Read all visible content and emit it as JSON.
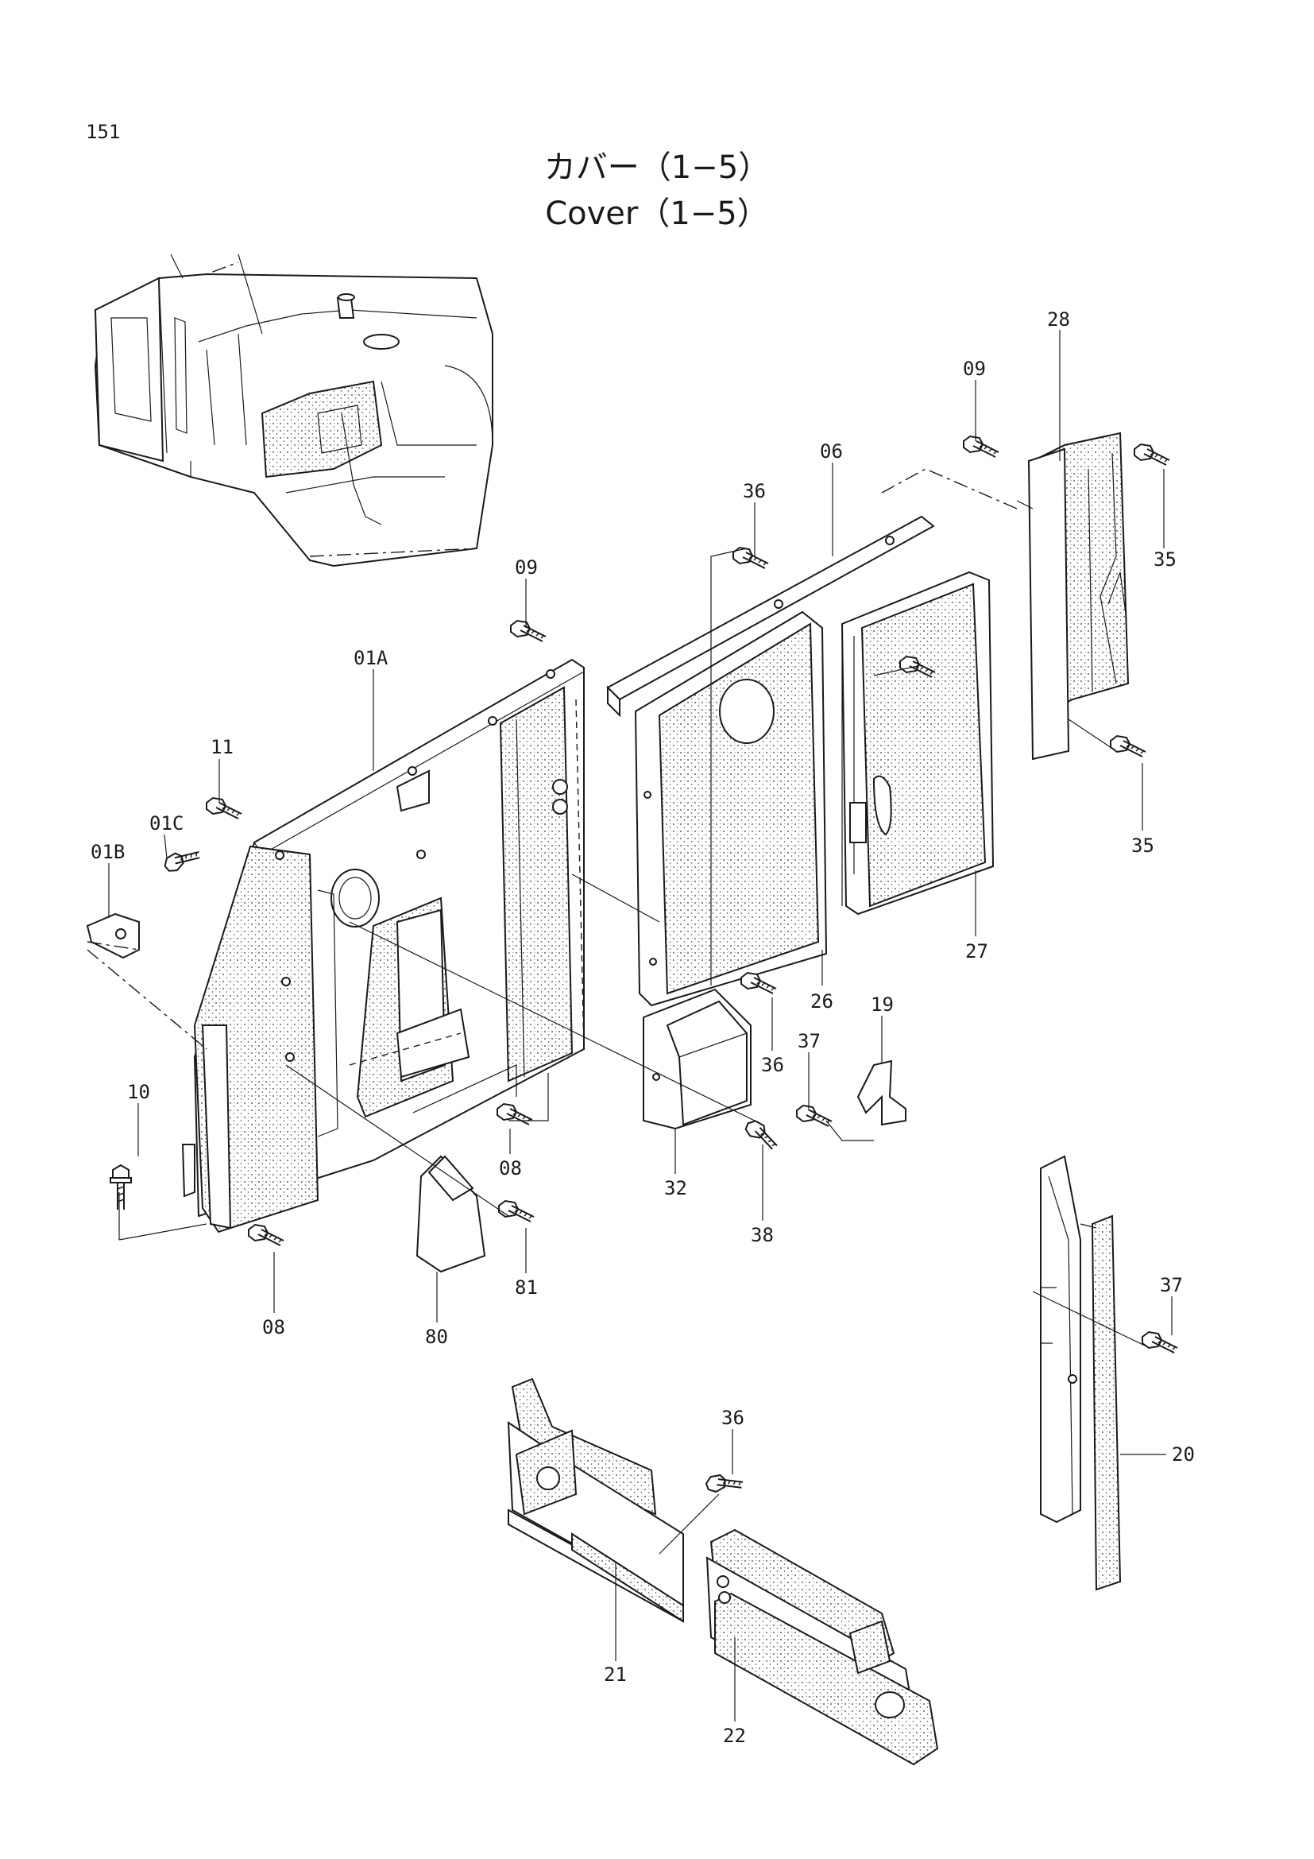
{
  "page": {
    "number": "151"
  },
  "title": {
    "japanese": "カバー（1−5）",
    "english": "Cover（1−5）"
  },
  "callouts": [
    {
      "id": "28",
      "label": "28"
    },
    {
      "id": "09a",
      "label": "09"
    },
    {
      "id": "06",
      "label": "06"
    },
    {
      "id": "36a",
      "label": "36"
    },
    {
      "id": "35a",
      "label": "35"
    },
    {
      "id": "09b",
      "label": "09"
    },
    {
      "id": "01A",
      "label": "01A"
    },
    {
      "id": "11",
      "label": "11"
    },
    {
      "id": "01C",
      "label": "01C"
    },
    {
      "id": "01B",
      "label": "01B"
    },
    {
      "id": "35b",
      "label": "35"
    },
    {
      "id": "27",
      "label": "27"
    },
    {
      "id": "26",
      "label": "26"
    },
    {
      "id": "19",
      "label": "19"
    },
    {
      "id": "36b",
      "label": "36"
    },
    {
      "id": "37a",
      "label": "37"
    },
    {
      "id": "10",
      "label": "10"
    },
    {
      "id": "08a",
      "label": "08"
    },
    {
      "id": "32",
      "label": "32"
    },
    {
      "id": "38",
      "label": "38"
    },
    {
      "id": "81",
      "label": "81"
    },
    {
      "id": "08b",
      "label": "08"
    },
    {
      "id": "80",
      "label": "80"
    },
    {
      "id": "37b",
      "label": "37"
    },
    {
      "id": "36c",
      "label": "36"
    },
    {
      "id": "20",
      "label": "20"
    },
    {
      "id": "21",
      "label": "21"
    },
    {
      "id": "22",
      "label": "22"
    }
  ]
}
